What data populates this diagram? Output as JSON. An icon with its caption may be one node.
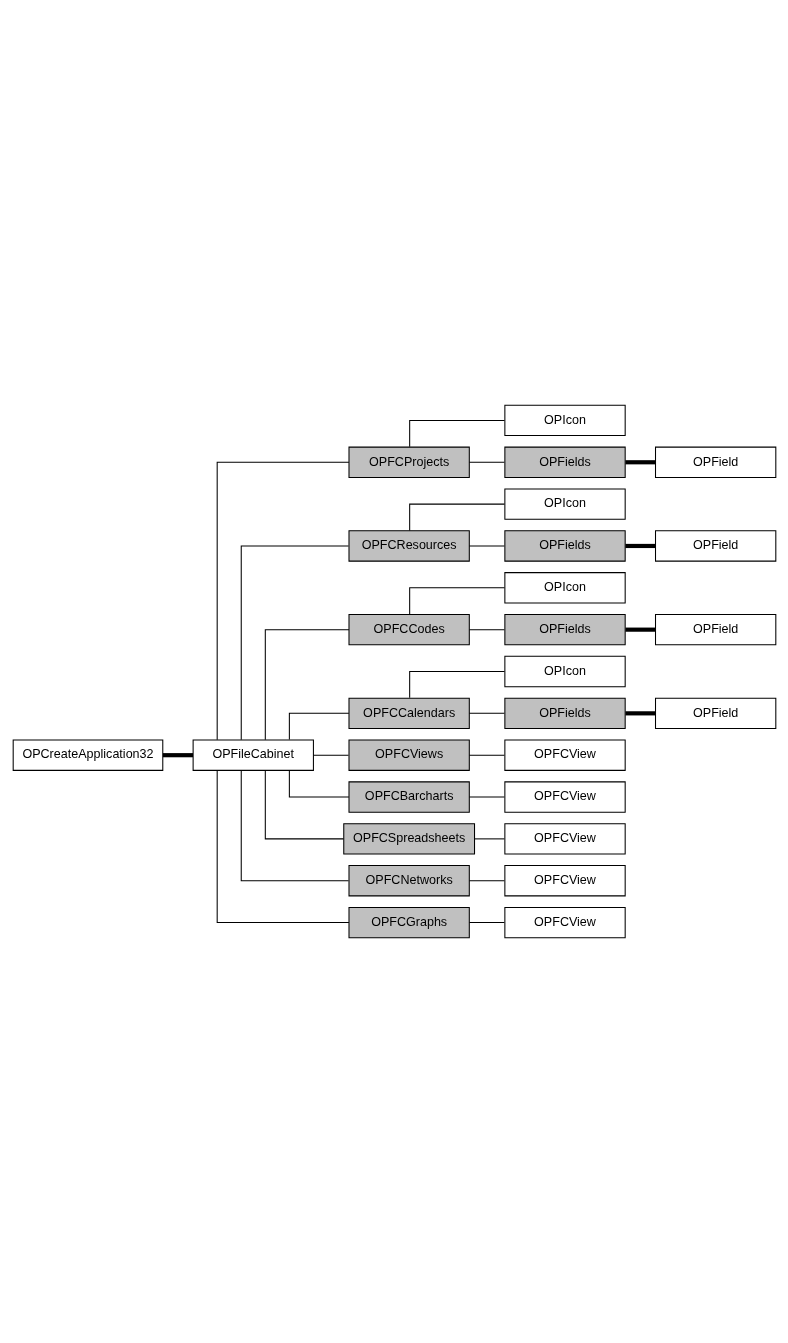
{
  "diagram": {
    "nodes": [
      {
        "text": [
          "OPCreateApplication32"
        ]
      },
      {
        "text": [
          "OPFileCabinet"
        ]
      },
      {
        "text": [
          "OPFCProjects"
        ]
      },
      {
        "text": [
          "OPIcon"
        ]
      },
      {
        "text": [
          "OPFields"
        ]
      },
      {
        "text": [
          "OPField"
        ]
      },
      {
        "text": [
          "OPFCResources"
        ]
      },
      {
        "text": [
          "OPIcon"
        ]
      },
      {
        "text": [
          "OPFields"
        ]
      },
      {
        "text": [
          "OPField"
        ]
      },
      {
        "text": [
          "OPFCCodes"
        ]
      },
      {
        "text": [
          "OPIcon"
        ]
      },
      {
        "text": [
          "OPFields"
        ]
      },
      {
        "text": [
          "OPField"
        ]
      },
      {
        "text": [
          "OPFCCalendars"
        ]
      },
      {
        "text": [
          "OPIcon"
        ]
      },
      {
        "text": [
          "OPFields"
        ]
      },
      {
        "text": [
          "OPField"
        ]
      },
      {
        "text": [
          "OPFCViews"
        ]
      },
      {
        "text": [
          "OPFCView"
        ]
      },
      {
        "text": [
          "OPFCBarcharts"
        ]
      },
      {
        "text": [
          "OPFCView"
        ]
      },
      {
        "text": [
          "OPFCSpreadsheets"
        ]
      },
      {
        "text": [
          "OPFCView"
        ]
      },
      {
        "text": [
          "OPFCNetworks"
        ]
      },
      {
        "text": [
          "OPFCView"
        ]
      },
      {
        "text": [
          "OPFCGraphs"
        ]
      },
      {
        "text": [
          "OPFCView"
        ]
      }
    ],
    "edges": [
      {
        "from": 0,
        "to": 1,
        "arrow": "none",
        "style": "thick"
      },
      {
        "from": 1,
        "to": 2,
        "arrow": "none"
      },
      {
        "from": 2,
        "to": 3,
        "arrow": "none"
      },
      {
        "from": 2,
        "to": 4,
        "arrow": "none"
      },
      {
        "from": 4,
        "to": 5,
        "arrow": "none",
        "style": "thick"
      },
      {
        "from": 1,
        "to": 6,
        "arrow": "none"
      },
      {
        "from": 6,
        "to": 7,
        "arrow": "none"
      },
      {
        "from": 6,
        "to": 8,
        "arrow": "none"
      },
      {
        "from": 8,
        "to": 9,
        "arrow": "none",
        "style": "thick"
      },
      {
        "from": 1,
        "to": 10,
        "arrow": "none"
      },
      {
        "from": 10,
        "to": 11,
        "arrow": "none"
      },
      {
        "from": 10,
        "to": 12,
        "arrow": "none"
      },
      {
        "from": 12,
        "to": 13,
        "arrow": "none",
        "style": "thick"
      },
      {
        "from": 1,
        "to": 14,
        "arrow": "none"
      },
      {
        "from": 14,
        "to": 15,
        "arrow": "none"
      },
      {
        "from": 14,
        "to": 16,
        "arrow": "none"
      },
      {
        "from": 16,
        "to": 17,
        "arrow": "none",
        "style": "thick"
      },
      {
        "from": 1,
        "to": 18,
        "arrow": "none"
      },
      {
        "from": 18,
        "to": 19,
        "arrow": "none"
      },
      {
        "from": 1,
        "to": 20,
        "arrow": "none"
      },
      {
        "from": 20,
        "to": 21,
        "arrow": "none"
      },
      {
        "from": 1,
        "to": 22,
        "arrow": "none"
      },
      {
        "from": 22,
        "to": 23,
        "arrow": "none"
      },
      {
        "from": 1,
        "to": 24,
        "arrow": "none"
      },
      {
        "from": 24,
        "to": 25,
        "arrow": "none"
      },
      {
        "from": 1,
        "to": 26,
        "arrow": "none"
      },
      {
        "from": 26,
        "to": 27,
        "arrow": "none"
      }
    ]
  }
}
